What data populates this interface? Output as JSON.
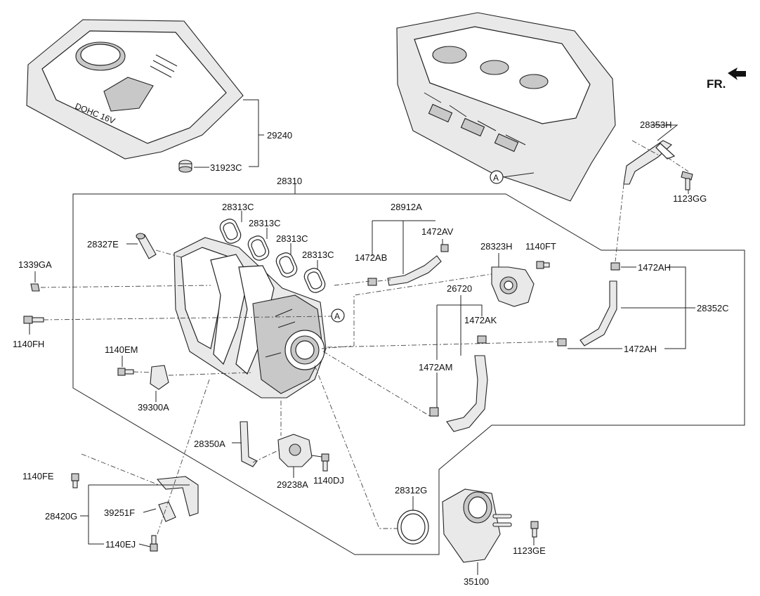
{
  "direction_label": "FR.",
  "callout_letter": "A",
  "labels": {
    "p29240": "29240",
    "p31923C": "31923C",
    "p28310": "28310",
    "p28353H": "28353H",
    "p1123GG": "1123GG",
    "p28313C_1": "28313C",
    "p28313C_2": "28313C",
    "p28313C_3": "28313C",
    "p28313C_4": "28313C",
    "p28327E": "28327E",
    "p28912A": "28912A",
    "p1472AV": "1472AV",
    "p1472AB": "1472AB",
    "p28323H": "28323H",
    "p1140FT": "1140FT",
    "p1472AH_1": "1472AH",
    "p1339GA": "1339GA",
    "p26720": "26720",
    "p28352C": "28352C",
    "p1472AK": "1472AK",
    "p1140FH": "1140FH",
    "p1472AH_2": "1472AH",
    "p1140EM": "1140EM",
    "p1472AM": "1472AM",
    "p39300A": "39300A",
    "p28350A": "28350A",
    "p1140FE": "1140FE",
    "p29238A": "29238A",
    "p1140DJ": "1140DJ",
    "p28312G": "28312G",
    "p28420G": "28420G",
    "p39251F": "39251F",
    "p1123GE": "1123GE",
    "p1140EJ": "1140EJ",
    "p35100": "35100"
  },
  "engine_cover_text": "DOHC 16V"
}
